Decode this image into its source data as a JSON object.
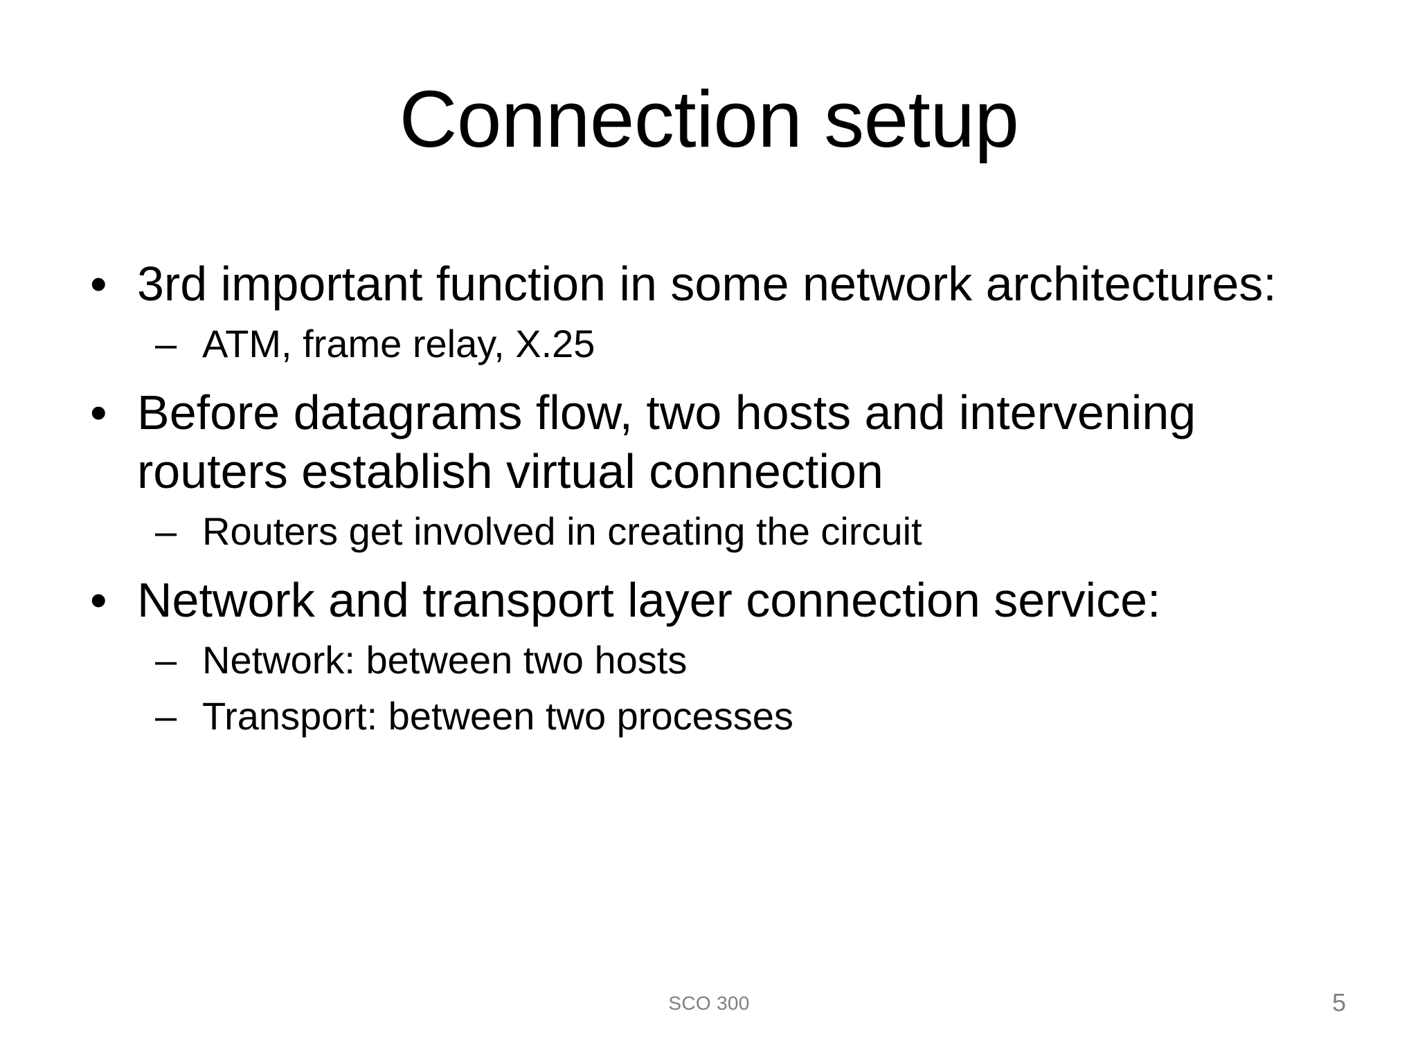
{
  "slide": {
    "title": "Connection setup",
    "background_color": "#FFFFFF",
    "text_color": "#000000",
    "footer_color": "#808080",
    "content": [
      {
        "level": 1,
        "marker": "•",
        "text": "3rd important function in some network architectures:"
      },
      {
        "level": 2,
        "marker": "–",
        "text": "ATM, frame relay, X.25"
      },
      {
        "level": 1,
        "marker": "•",
        "text": "Before datagrams flow, two hosts and intervening routers establish virtual connection"
      },
      {
        "level": 2,
        "marker": "–",
        "text": "Routers get involved in creating the circuit"
      },
      {
        "level": 1,
        "marker": "•",
        "text": "Network and transport layer connection service:"
      },
      {
        "level": 2,
        "marker": "–",
        "text": "Network: between two hosts"
      },
      {
        "level": 2,
        "marker": "–",
        "text": "Transport: between two processes"
      }
    ],
    "footer": {
      "center_text": "SCO 300",
      "page_number": "5"
    }
  }
}
